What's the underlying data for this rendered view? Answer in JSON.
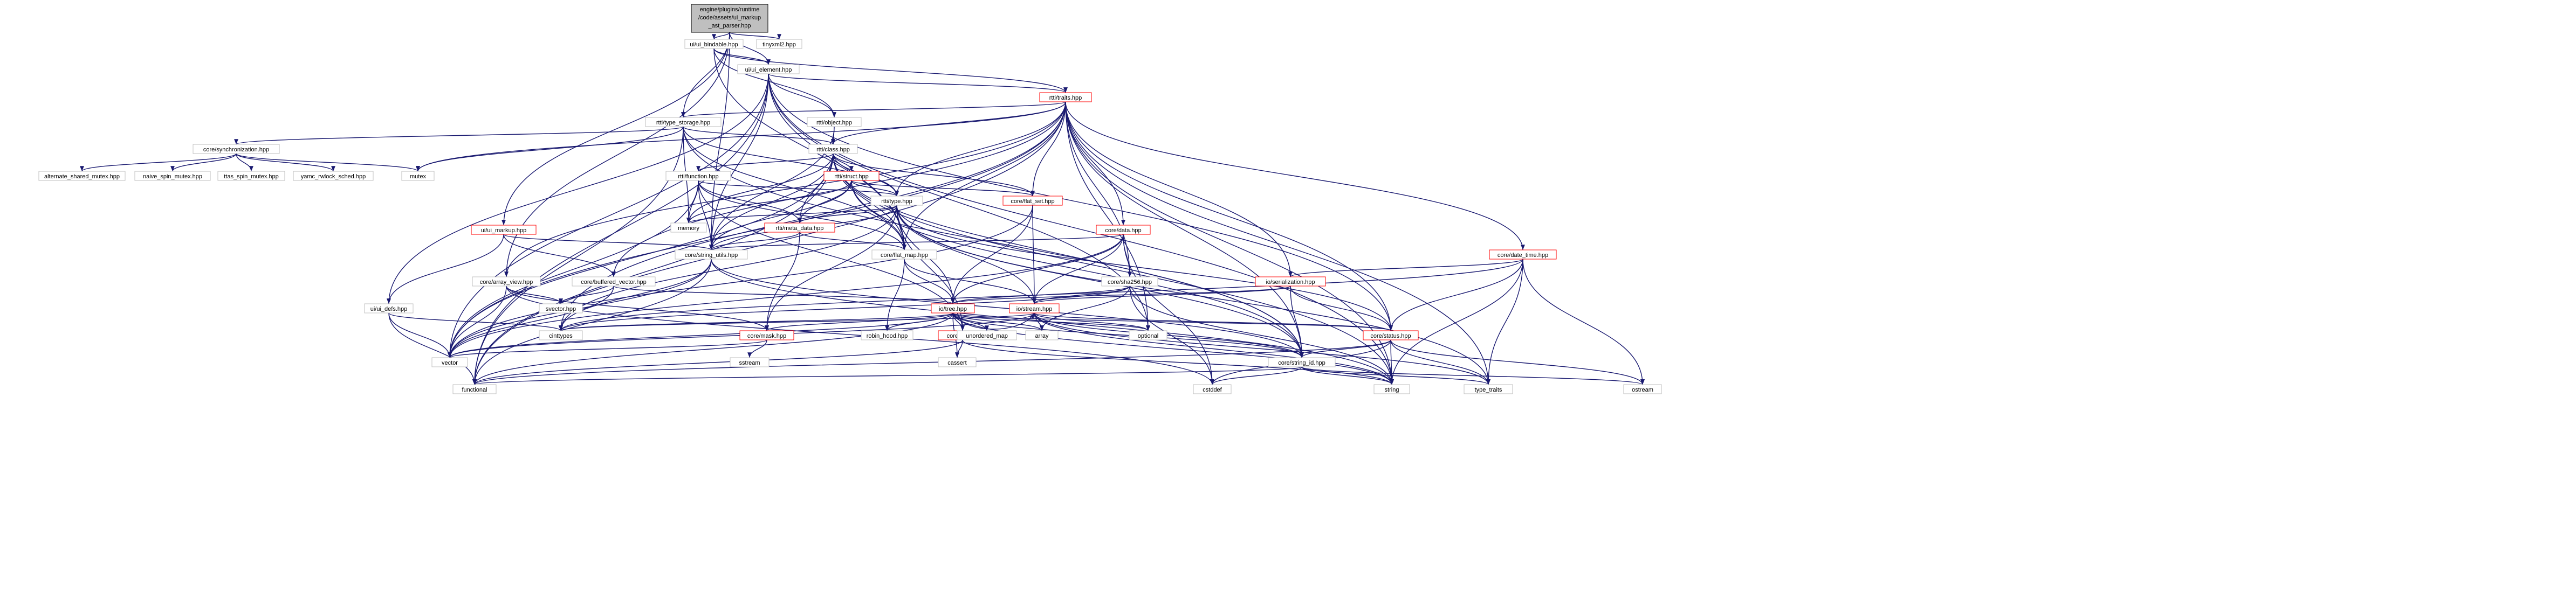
{
  "graph": {
    "root": {
      "id": "root",
      "label": [
        "engine/plugins/runtime",
        "/code/assets/ui_markup",
        "_ast_parser.hpp"
      ],
      "style": "root"
    },
    "nodes": [
      {
        "id": "ui_bindable",
        "label": "ui/ui_bindable.hpp"
      },
      {
        "id": "tinyxml2",
        "label": "tinyxml2.hpp",
        "plain": true
      },
      {
        "id": "ui_element",
        "label": "ui/ui_element.hpp"
      },
      {
        "id": "rtti_traits",
        "label": "rtti/traits.hpp",
        "red": true
      },
      {
        "id": "rtti_object",
        "label": "rtti/object.hpp"
      },
      {
        "id": "rtti_type_storage",
        "label": "rtti/type_storage.hpp"
      },
      {
        "id": "rtti_class",
        "label": "rtti/class.hpp"
      },
      {
        "id": "core_sync",
        "label": "core/synchronization.hpp"
      },
      {
        "id": "alt_shared_mutex",
        "label": "alternate_shared_mutex.hpp",
        "plain": true
      },
      {
        "id": "naive_spin",
        "label": "naive_spin_mutex.hpp",
        "plain": true
      },
      {
        "id": "ttas_spin",
        "label": "ttas_spin_mutex.hpp",
        "plain": true
      },
      {
        "id": "yamc",
        "label": "yamc_rwlock_sched.hpp",
        "plain": true
      },
      {
        "id": "mutex",
        "label": "mutex",
        "plain": true
      },
      {
        "id": "rtti_function",
        "label": "rtti/function.hpp"
      },
      {
        "id": "rtti_struct",
        "label": "rtti/struct.hpp",
        "red": true
      },
      {
        "id": "rtti_type",
        "label": "rtti/type.hpp"
      },
      {
        "id": "core_flat_set",
        "label": "core/flat_set.hpp",
        "red": true
      },
      {
        "id": "memory",
        "label": "memory",
        "plain": true
      },
      {
        "id": "rtti_meta_data",
        "label": "rtti/meta_data.hpp",
        "red": true
      },
      {
        "id": "ui_markup",
        "label": "ui/ui_markup.hpp",
        "red": true
      },
      {
        "id": "core_data",
        "label": "core/data.hpp",
        "red": true
      },
      {
        "id": "core_flat_map",
        "label": "core/flat_map.hpp"
      },
      {
        "id": "core_string_utils",
        "label": "core/string_utils.hpp"
      },
      {
        "id": "core_sha256",
        "label": "core/sha256.hpp"
      },
      {
        "id": "core_date_time",
        "label": "core/date_time.hpp",
        "red": true
      },
      {
        "id": "io_serialization",
        "label": "io/serialization.hpp",
        "red": true
      },
      {
        "id": "core_array_view",
        "label": "core/array_view.hpp"
      },
      {
        "id": "core_buffered_vector",
        "label": "core/buffered_vector.hpp"
      },
      {
        "id": "io_tree",
        "label": "io/tree.hpp",
        "red": true
      },
      {
        "id": "io_stream",
        "label": "io/stream.hpp",
        "red": true
      },
      {
        "id": "svector",
        "label": "svector.hpp",
        "plain": true
      },
      {
        "id": "ui_defs",
        "label": "ui/ui_defs.hpp"
      },
      {
        "id": "cinttypes",
        "label": "cinttypes",
        "plain": true
      },
      {
        "id": "core_mask",
        "label": "core/mask.hpp",
        "red": true
      },
      {
        "id": "robin_hood",
        "label": "robin_hood.hpp",
        "plain": true
      },
      {
        "id": "core_ref",
        "label": "core/ref.hpp",
        "red": true
      },
      {
        "id": "unordered_map",
        "label": "unordered_map",
        "plain": true
      },
      {
        "id": "array",
        "label": "array",
        "plain": true
      },
      {
        "id": "optional",
        "label": "optional",
        "plain": true
      },
      {
        "id": "core_status",
        "label": "core/status.hpp",
        "red": true
      },
      {
        "id": "vector",
        "label": "vector",
        "plain": true
      },
      {
        "id": "sstream",
        "label": "sstream",
        "plain": true
      },
      {
        "id": "cassert",
        "label": "cassert",
        "plain": true
      },
      {
        "id": "core_string_id",
        "label": "core/string_id.hpp"
      },
      {
        "id": "functional",
        "label": "functional",
        "plain": true
      },
      {
        "id": "cstddef",
        "label": "cstddef",
        "plain": true
      },
      {
        "id": "string",
        "label": "string",
        "plain": true
      },
      {
        "id": "type_traits",
        "label": "type_traits",
        "plain": true
      },
      {
        "id": "ostream",
        "label": "ostream",
        "plain": true
      }
    ],
    "edges": [
      [
        "root",
        "ui_bindable"
      ],
      [
        "root",
        "tinyxml2"
      ],
      [
        "root",
        "ui_element"
      ],
      [
        "root",
        "rtti_type_storage"
      ],
      [
        "root",
        "ui_markup"
      ],
      [
        "root",
        "core_string_utils"
      ],
      [
        "root",
        "core_array_view"
      ],
      [
        "ui_bindable",
        "ui_element"
      ],
      [
        "ui_bindable",
        "rtti_object"
      ],
      [
        "ui_bindable",
        "rtti_traits"
      ],
      [
        "ui_bindable",
        "core_flat_map"
      ],
      [
        "ui_element",
        "rtti_traits"
      ],
      [
        "ui_element",
        "rtti_object"
      ],
      [
        "ui_element",
        "ui_defs"
      ],
      [
        "ui_element",
        "core_flat_map"
      ],
      [
        "ui_element",
        "core_string_utils"
      ],
      [
        "ui_element",
        "vector"
      ],
      [
        "ui_element",
        "functional"
      ],
      [
        "ui_element",
        "optional"
      ],
      [
        "ui_element",
        "string"
      ],
      [
        "ui_element",
        "core_status"
      ],
      [
        "rtti_traits",
        "rtti_type_storage"
      ],
      [
        "rtti_traits",
        "rtti_class"
      ],
      [
        "rtti_traits",
        "rtti_type"
      ],
      [
        "rtti_traits",
        "core_flat_set"
      ],
      [
        "rtti_traits",
        "core_data"
      ],
      [
        "rtti_traits",
        "core_date_time"
      ],
      [
        "rtti_traits",
        "io_serialization"
      ],
      [
        "rtti_traits",
        "core_sha256"
      ],
      [
        "rtti_traits",
        "core_buffered_vector"
      ],
      [
        "rtti_traits",
        "core_array_view"
      ],
      [
        "rtti_traits",
        "mutex"
      ],
      [
        "rtti_traits",
        "vector"
      ],
      [
        "rtti_traits",
        "functional"
      ],
      [
        "rtti_traits",
        "string"
      ],
      [
        "rtti_traits",
        "type_traits"
      ],
      [
        "rtti_traits",
        "optional"
      ],
      [
        "rtti_traits",
        "cinttypes"
      ],
      [
        "rtti_traits",
        "core_flat_map"
      ],
      [
        "rtti_traits",
        "core_string_id"
      ],
      [
        "rtti_traits",
        "core_status"
      ],
      [
        "rtti_object",
        "rtti_class"
      ],
      [
        "rtti_object",
        "core_string_utils"
      ],
      [
        "rtti_type_storage",
        "core_sync"
      ],
      [
        "rtti_type_storage",
        "rtti_class"
      ],
      [
        "rtti_type_storage",
        "mutex"
      ],
      [
        "rtti_type_storage",
        "memory"
      ],
      [
        "rtti_type_storage",
        "functional"
      ],
      [
        "rtti_type_storage",
        "core_flat_map"
      ],
      [
        "rtti_type_storage",
        "core_string_id"
      ],
      [
        "rtti_type_storage",
        "rtti_type"
      ],
      [
        "core_sync",
        "alt_shared_mutex"
      ],
      [
        "core_sync",
        "naive_spin"
      ],
      [
        "core_sync",
        "ttas_spin"
      ],
      [
        "core_sync",
        "yamc"
      ],
      [
        "core_sync",
        "mutex"
      ],
      [
        "rtti_class",
        "rtti_function"
      ],
      [
        "rtti_class",
        "rtti_struct"
      ],
      [
        "rtti_class",
        "rtti_type"
      ],
      [
        "rtti_class",
        "rtti_meta_data"
      ],
      [
        "rtti_class",
        "core_flat_set"
      ],
      [
        "rtti_class",
        "core_flat_map"
      ],
      [
        "rtti_class",
        "memory"
      ],
      [
        "rtti_class",
        "vector"
      ],
      [
        "rtti_class",
        "functional"
      ],
      [
        "rtti_class",
        "string"
      ],
      [
        "rtti_class",
        "core_string_id"
      ],
      [
        "rtti_class",
        "core_string_utils"
      ],
      [
        "rtti_function",
        "rtti_type"
      ],
      [
        "rtti_function",
        "rtti_meta_data"
      ],
      [
        "rtti_function",
        "core_flat_map"
      ],
      [
        "rtti_function",
        "core_string_utils"
      ],
      [
        "rtti_function",
        "memory"
      ],
      [
        "rtti_function",
        "vector"
      ],
      [
        "rtti_function",
        "core_ref"
      ],
      [
        "rtti_struct",
        "rtti_type"
      ],
      [
        "rtti_struct",
        "rtti_meta_data"
      ],
      [
        "rtti_struct",
        "core_flat_set"
      ],
      [
        "rtti_struct",
        "memory"
      ],
      [
        "rtti_struct",
        "core_flat_map"
      ],
      [
        "rtti_struct",
        "core_string_utils"
      ],
      [
        "rtti_struct",
        "core_string_id"
      ],
      [
        "rtti_type",
        "rtti_meta_data"
      ],
      [
        "rtti_type",
        "core_flat_map"
      ],
      [
        "rtti_type",
        "memory"
      ],
      [
        "rtti_type",
        "core_string_utils"
      ],
      [
        "rtti_type",
        "io_stream"
      ],
      [
        "rtti_type",
        "io_tree"
      ],
      [
        "rtti_type",
        "core_mask"
      ],
      [
        "rtti_type",
        "core_ref"
      ],
      [
        "rtti_type",
        "cinttypes"
      ],
      [
        "rtti_type",
        "core_status"
      ],
      [
        "rtti_type",
        "core_string_id"
      ],
      [
        "rtti_type",
        "type_traits"
      ],
      [
        "core_flat_set",
        "io_stream"
      ],
      [
        "core_flat_set",
        "io_tree"
      ],
      [
        "core_flat_set",
        "vector"
      ],
      [
        "rtti_meta_data",
        "core_flat_map"
      ],
      [
        "rtti_meta_data",
        "core_string_utils"
      ],
      [
        "rtti_meta_data",
        "core_mask"
      ],
      [
        "ui_markup",
        "core_buffered_vector"
      ],
      [
        "ui_markup",
        "ui_defs"
      ],
      [
        "ui_markup",
        "core_string_utils"
      ],
      [
        "core_data",
        "core_sha256"
      ],
      [
        "core_data",
        "io_stream"
      ],
      [
        "core_data",
        "io_tree"
      ],
      [
        "core_data",
        "core_string_utils"
      ],
      [
        "core_data",
        "cstddef"
      ],
      [
        "core_data",
        "vector"
      ],
      [
        "core_flat_map",
        "io_stream"
      ],
      [
        "core_flat_map",
        "io_tree"
      ],
      [
        "core_flat_map",
        "robin_hood"
      ],
      [
        "core_string_utils",
        "cinttypes"
      ],
      [
        "core_string_utils",
        "string"
      ],
      [
        "core_string_utils",
        "vector"
      ],
      [
        "core_string_utils",
        "functional"
      ],
      [
        "core_string_utils",
        "core_string_id"
      ],
      [
        "core_sha256",
        "io_stream"
      ],
      [
        "core_sha256",
        "io_tree"
      ],
      [
        "core_sha256",
        "array"
      ],
      [
        "core_sha256",
        "cstddef"
      ],
      [
        "core_sha256",
        "string"
      ],
      [
        "core_sha256",
        "cinttypes"
      ],
      [
        "core_date_time",
        "io_serialization"
      ],
      [
        "core_date_time",
        "core_status"
      ],
      [
        "core_date_time",
        "string"
      ],
      [
        "core_date_time",
        "ostream"
      ],
      [
        "core_date_time",
        "type_traits"
      ],
      [
        "core_date_time",
        "cinttypes"
      ],
      [
        "io_serialization",
        "io_stream"
      ],
      [
        "io_serialization",
        "io_tree"
      ],
      [
        "io_serialization",
        "core_status"
      ],
      [
        "io_serialization",
        "core_string_id"
      ],
      [
        "core_array_view",
        "core_mask"
      ],
      [
        "core_array_view",
        "svector"
      ],
      [
        "core_array_view",
        "vector"
      ],
      [
        "core_array_view",
        "cstddef"
      ],
      [
        "core_buffered_vector",
        "svector"
      ],
      [
        "core_buffered_vector",
        "vector"
      ],
      [
        "core_buffered_vector",
        "io_tree"
      ],
      [
        "io_tree",
        "io_stream"
      ],
      [
        "io_tree",
        "core_ref"
      ],
      [
        "io_tree",
        "core_mask"
      ],
      [
        "io_tree",
        "unordered_map"
      ],
      [
        "io_tree",
        "array"
      ],
      [
        "io_tree",
        "optional"
      ],
      [
        "io_tree",
        "robin_hood"
      ],
      [
        "io_tree",
        "vector"
      ],
      [
        "io_tree",
        "string"
      ],
      [
        "io_tree",
        "cinttypes"
      ],
      [
        "io_tree",
        "functional"
      ],
      [
        "io_tree",
        "cassert"
      ],
      [
        "io_tree",
        "core_status"
      ],
      [
        "io_tree",
        "core_string_id"
      ],
      [
        "io_stream",
        "core_status"
      ],
      [
        "io_stream",
        "core_string_id"
      ],
      [
        "io_stream",
        "string"
      ],
      [
        "io_stream",
        "vector"
      ],
      [
        "io_stream",
        "cinttypes"
      ],
      [
        "io_stream",
        "optional"
      ],
      [
        "io_stream",
        "array"
      ],
      [
        "io_stream",
        "type_traits"
      ],
      [
        "ui_defs",
        "functional"
      ],
      [
        "ui_defs",
        "vector"
      ],
      [
        "ui_defs",
        "cinttypes"
      ],
      [
        "core_mask",
        "sstream"
      ],
      [
        "core_mask",
        "vector"
      ],
      [
        "core_ref",
        "functional"
      ],
      [
        "core_ref",
        "cassert"
      ],
      [
        "core_ref",
        "string"
      ],
      [
        "core_status",
        "core_string_id"
      ],
      [
        "core_status",
        "string"
      ],
      [
        "core_status",
        "ostream"
      ],
      [
        "core_status",
        "cstddef"
      ],
      [
        "core_status",
        "type_traits"
      ],
      [
        "core_status",
        "functional"
      ],
      [
        "core_string_id",
        "cstddef"
      ],
      [
        "core_string_id",
        "string"
      ],
      [
        "core_string_id",
        "type_traits"
      ],
      [
        "core_string_id",
        "functional"
      ],
      [
        "core_string_id",
        "ostream"
      ]
    ]
  }
}
